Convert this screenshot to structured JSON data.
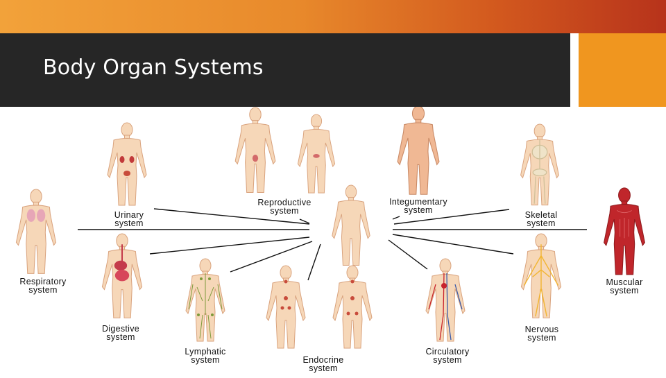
{
  "slide": {
    "title": "Body Organ Systems"
  },
  "systems": [
    {
      "key": "urinary",
      "line1": "Urinary",
      "line2": "system"
    },
    {
      "key": "reproductive",
      "line1": "Reproductive",
      "line2": "system"
    },
    {
      "key": "integumentary",
      "line1": "Integumentary",
      "line2": "system"
    },
    {
      "key": "skeletal",
      "line1": "Skeletal",
      "line2": "system"
    },
    {
      "key": "respiratory",
      "line1": "Respiratory",
      "line2": "system"
    },
    {
      "key": "muscular",
      "line1": "Muscular",
      "line2": "system"
    },
    {
      "key": "digestive",
      "line1": "Digestive",
      "line2": "system"
    },
    {
      "key": "lymphatic",
      "line1": "Lymphatic",
      "line2": "system"
    },
    {
      "key": "endocrine",
      "line1": "Endocrine",
      "line2": "system"
    },
    {
      "key": "circulatory",
      "line1": "Circulatory",
      "line2": "system"
    },
    {
      "key": "nervous",
      "line1": "Nervous",
      "line2": "system"
    }
  ],
  "colors": {
    "title_bar": "#262626",
    "accent": "#f0961f",
    "skin": "#f6d7b8",
    "skin_outline": "#d9a37e",
    "muscle": "#c0262b",
    "organ": "#d7465a",
    "lymph": "#7c9a3a",
    "nerve": "#f2b531",
    "vessel_red": "#c8232c",
    "vessel_blue": "#3a5aa8",
    "bone": "#efe3c8"
  }
}
